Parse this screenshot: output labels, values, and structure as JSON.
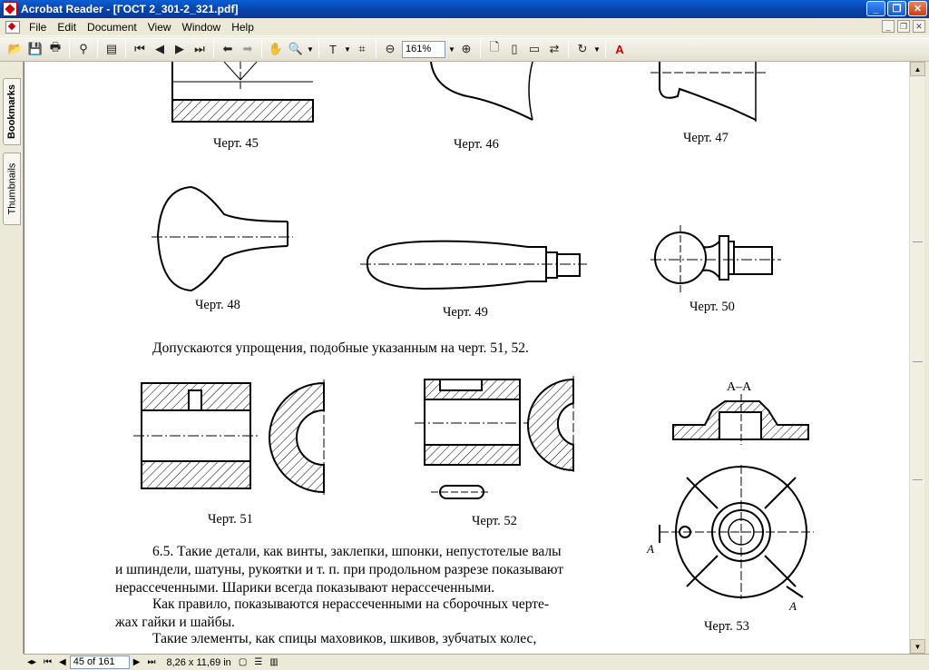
{
  "window": {
    "title": "Acrobat Reader - [ГОСТ 2_301-2_321.pdf]"
  },
  "menu": {
    "items": [
      "File",
      "Edit",
      "Document",
      "View",
      "Window",
      "Help"
    ]
  },
  "toolbar": {
    "zoom": "161%"
  },
  "navtabs": {
    "bookmarks": "Bookmarks",
    "thumbnails": "Thumbnails"
  },
  "status": {
    "page": "45 of 161",
    "size": "8,26 x 11,69 in"
  },
  "doc": {
    "captions": {
      "f45": "Черт. 45",
      "f46": "Черт. 46",
      "f47": "Черт. 47",
      "f48": "Черт. 48",
      "f49": "Черт. 49",
      "f50": "Черт. 50",
      "f51": "Черт. 51",
      "f52": "Черт. 52",
      "f53": "Черт. 53"
    },
    "para1": "Допускаются упрощения, подобные указанным на черт. 51, 52.",
    "para2": [
      "6.5. Такие детали, как винты, заклепки, шпонки, непустотелые валы",
      "и шпиндели, шатуны, рукоятки и т. п. при продольном разрезе показывают",
      "нерассеченными. Шарики всегда показывают нерассеченными.",
      "Как правило, показываются нерассеченными на сборочных черте-",
      "жах гайки и шайбы.",
      "Такие элементы, как спицы маховиков, шкивов, зубчатых колес,"
    ],
    "section_label": "А–А",
    "cut_label_a": "А",
    "cut_label_b": "А"
  }
}
